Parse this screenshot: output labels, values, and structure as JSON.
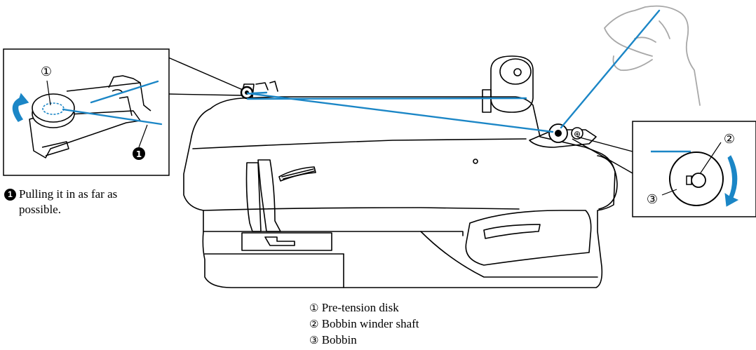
{
  "callouts": {
    "inset_left_marker": "①",
    "inset_left_note_marker": "1",
    "inset_right_top_marker": "②",
    "inset_right_bottom_marker": "③"
  },
  "note": {
    "marker": "1",
    "line1": "Pulling it in as far as",
    "line2": "possible."
  },
  "legend": [
    {
      "marker": "①",
      "text": "Pre-tension disk"
    },
    {
      "marker": "②",
      "text": "Bobbin winder shaft"
    },
    {
      "marker": "③",
      "text": "Bobbin"
    }
  ],
  "colors": {
    "thread": "#1b86c6",
    "outline": "#000000",
    "hand": "#a8a8a8",
    "background": "#ffffff"
  }
}
